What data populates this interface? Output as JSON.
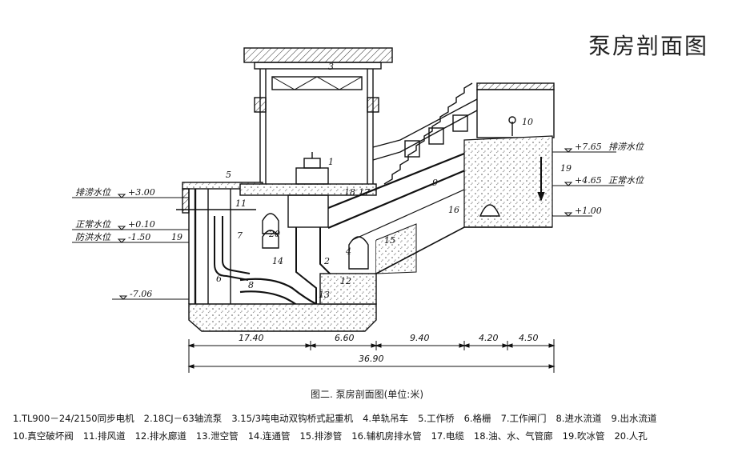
{
  "title": "泵房剖面图",
  "caption": "图二. 泵房剖面图(单位:米)",
  "elevations": {
    "left_top": "+3.00",
    "left_mid": "+0.10",
    "left_low": "-1.50",
    "left_bottom": "-7.06",
    "right_top": "+7.65",
    "right_mid": "+4.65",
    "right_low": "+1.00",
    "label_left_top": "排涝水位",
    "label_left_mid": "正常水位",
    "label_left_low": "防洪水位",
    "label_right_top": "排涝水位",
    "label_right_mid": "正常水位"
  },
  "dimensions": {
    "d1": "17.40",
    "d2": "6.60",
    "d3": "9.40",
    "d4": "4.20",
    "d5": "4.50",
    "total": "36.90"
  },
  "callouts": [
    "1",
    "2",
    "3",
    "4",
    "5",
    "6",
    "7",
    "8",
    "9",
    "10",
    "11",
    "12",
    "13",
    "14",
    "15",
    "16",
    "17",
    "18",
    "19",
    "20"
  ],
  "legend": [
    "1.TL900－24/2150同步电机",
    "2.18CJ－63轴流泵",
    "3.15/3吨电动双钩桥式起重机",
    "4.单轨吊车",
    "5.工作桥",
    "6.格栅",
    "7.工作闸门",
    "8.进水流道",
    "9.出水流道",
    "10.真空破坏阀",
    "11.排风道",
    "12.排水廊道",
    "13.泄空管",
    "14.连通管",
    "15.排渗管",
    "16.辅机房排水管",
    "17.电缆",
    "18.油、水、气管廊",
    "19.吹冰管",
    "20.人孔"
  ]
}
